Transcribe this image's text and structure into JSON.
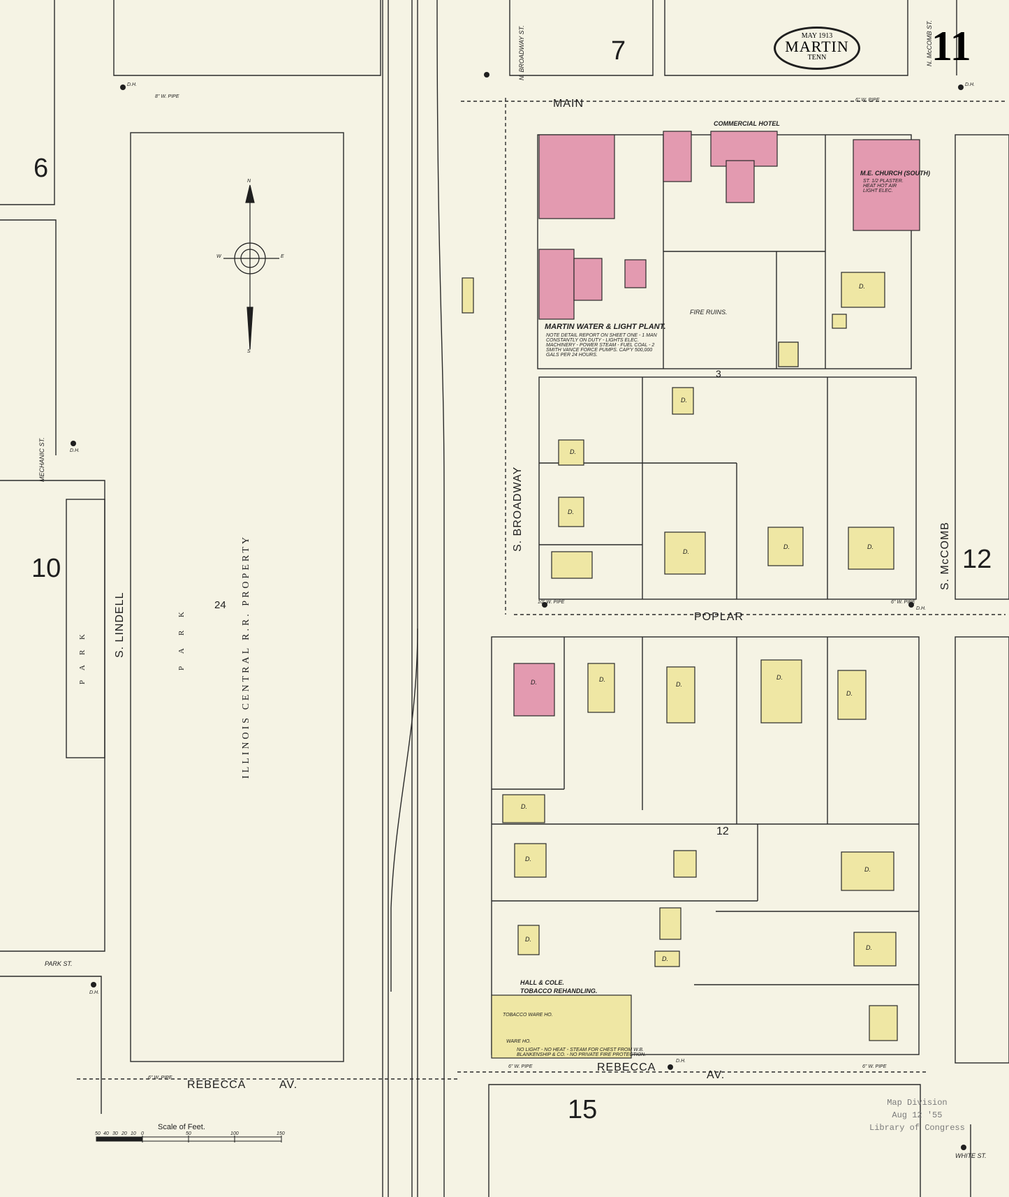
{
  "sheet": {
    "number": "11",
    "date": "MAY 1913",
    "city": "MARTIN",
    "state": "TENN"
  },
  "colors": {
    "paper": "#f5f3e4",
    "brick_building": "#e39ab0",
    "frame_building": "#efe7a4",
    "line": "#2a2a2a"
  },
  "streets": {
    "main": "MAIN",
    "poplar": "POPLAR",
    "rebecca_west": "REBECCA",
    "rebecca_east": "REBECCA",
    "av_west": "AV.",
    "av_east": "AV.",
    "s_broadway": "S. BROADWAY",
    "s_mccomb": "S. McCOMB",
    "s_lindell": "S. LINDELL",
    "n_broadway": "N. BROADWAY ST.",
    "n_mccomb": "N. McCOMB ST.",
    "park_st": "PARK ST.",
    "mechanic_st": "MECHANIC ST.",
    "white_st": "WHITE ST."
  },
  "blocks": {
    "b3": "3",
    "b6": "6",
    "b7": "7",
    "b10": "10",
    "b12_sheet": "12",
    "b12_block": "12",
    "b15": "15",
    "b24": "24"
  },
  "labels": {
    "park_west": "P A R K",
    "park_main": "P A R K",
    "railroad": "ILLINOIS CENTRAL R.R. PROPERTY",
    "commercial_hotel": "COMMERCIAL HOTEL",
    "church": "M.E. CHURCH (SOUTH)",
    "church_note": "ST. 1/2 PLASTER. HEAT HOT AIR LIGHT ELEC.",
    "water_plant": "MARTIN WATER & LIGHT PLANT.",
    "water_plant_note": "NOTE DETAIL REPORT ON SHEET ONE - 1 MAN CONSTANTLY ON DUTY - LIGHTS ELEC. MACHINERY - POWER STEAM - FUEL COAL - 2 SMITH VANCE FORCE PUMPS. CAP'Y 500,000 GALS PER 24 HOURS.",
    "fire_ruins": "FIRE RUINS.",
    "tobacco_1": "HALL & COLE.",
    "tobacco_2": "TOBACCO REHANDLING.",
    "tobacco_ware": "TOBACCO WARE HO.",
    "ware_ho": "WARE HO.",
    "tobacco_note": "NO LIGHT - NO HEAT - STEAM FOR CHEST FROM W.B. BLANKENSHIP & CO. - NO PRIVATE FIRE PROTECTION.",
    "dwelling": "D.",
    "water_pipe_6": "6\" W. PIPE",
    "water_pipe_8": "8\" W. PIPE",
    "water_pipe_10": "10\" W. PIPE",
    "dh": "D.H."
  },
  "scale": {
    "title": "Scale of Feet.",
    "ticks": [
      "50",
      "40",
      "30",
      "20",
      "10",
      "0",
      "50",
      "100",
      "150"
    ]
  },
  "compass": {
    "n": "N",
    "s": "S",
    "e": "E",
    "w": "W"
  },
  "stamp": {
    "line1": "Map Division",
    "line2": "Aug 12 '55",
    "line3": "Library of Congress"
  }
}
